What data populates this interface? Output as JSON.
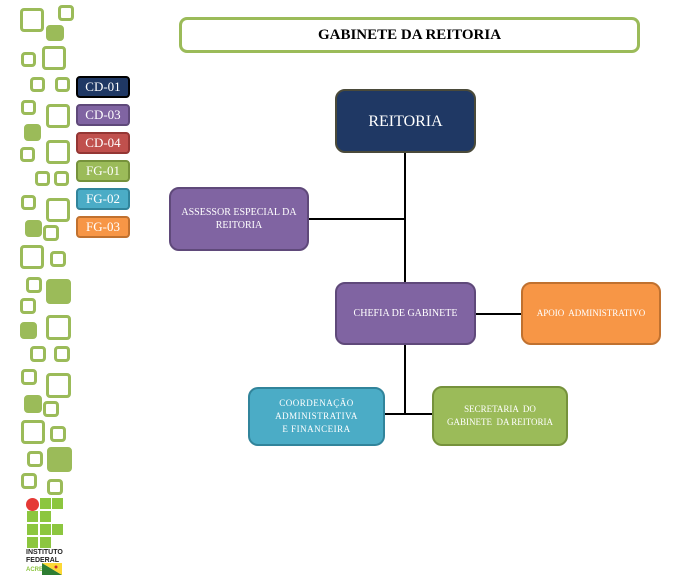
{
  "title": "GABINETE DA REITORIA",
  "legend": [
    {
      "code": "CD-01",
      "color": "#1f3864"
    },
    {
      "code": "CD-03",
      "color": "#8064a2"
    },
    {
      "code": "CD-04",
      "color": "#c0504d"
    },
    {
      "code": "FG-01",
      "color": "#9bbb59"
    },
    {
      "code": "FG-02",
      "color": "#4bacc6"
    },
    {
      "code": "FG-03",
      "color": "#f79646"
    }
  ],
  "nodes": {
    "reitoria": {
      "label": "REITORIA",
      "level": "CD-01"
    },
    "assessor": {
      "label": "ASSESSOR ESPECIAL DA REITORIA",
      "level": "CD-03"
    },
    "chefia": {
      "label": "CHEFIA DE GABINETE",
      "level": "CD-03"
    },
    "apoio": {
      "label": "APOIO  ADMINISTRATIVO",
      "level": "FG-03"
    },
    "coordenacao": {
      "label": "COORDENAÇÃO ADMINISTRATIVA  E FINANCEIRA",
      "level": "FG-02"
    },
    "secretaria": {
      "label": "SECRETARIA  DO GABINETE  DA REITORIA",
      "level": "FG-01"
    }
  },
  "logo": {
    "line1": "INSTITUTO",
    "line2": "FEDERAL",
    "line3": "ACRE"
  }
}
